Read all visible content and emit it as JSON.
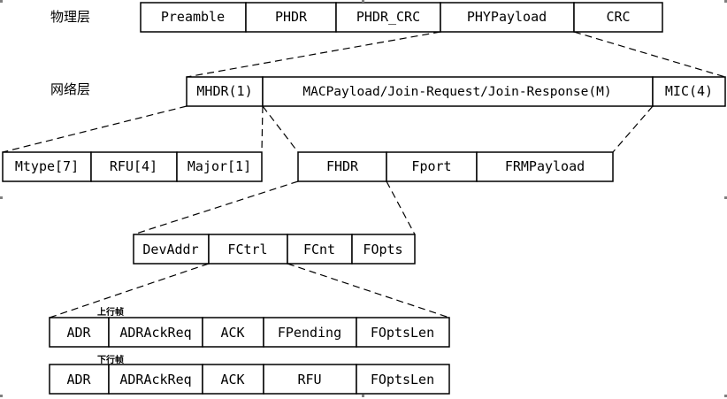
{
  "layers": {
    "physical": "物理层",
    "network": "网络层"
  },
  "phy_row": [
    "Preamble",
    "PHDR",
    "PHDR_CRC",
    "PHYPayload",
    "CRC"
  ],
  "mac_row": [
    "MHDR(1)",
    "MACPayload/Join-Request/Join-Response(M)",
    "MIC(4)"
  ],
  "mhdr_row": [
    "Mtype[7]",
    "RFU[4]",
    "Major[1]"
  ],
  "macpayload_row": [
    "FHDR",
    "Fport",
    "FRMPayload"
  ],
  "fhdr_row": [
    "DevAddr",
    "FCtrl",
    "FCnt",
    "FOpts"
  ],
  "uplink": {
    "label": "上行帧",
    "cells": [
      "ADR",
      "ADRAckReq",
      "ACK",
      "FPending",
      "FOptsLen"
    ]
  },
  "downlink": {
    "label": "下行帧",
    "cells": [
      "ADR",
      "ADRAckReq",
      "ACK",
      "RFU",
      "FOptsLen"
    ]
  }
}
